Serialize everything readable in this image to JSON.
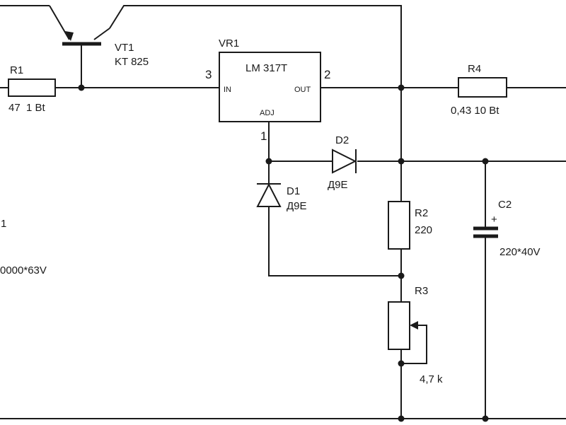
{
  "vt1": {
    "ref": "VT1",
    "value": "KT 825"
  },
  "r1": {
    "ref": "R1",
    "value": "47  1 Bt"
  },
  "vr1": {
    "ref": "VR1",
    "value": "LM 317T",
    "pin_in": "IN",
    "pin_out": "OUT",
    "pin_adj": "ADJ",
    "pin_in_num": "3",
    "pin_out_num": "2",
    "pin_adj_num": "1"
  },
  "r4": {
    "ref": "R4",
    "value": "0,43 10 Bt"
  },
  "d2": {
    "ref": "D2",
    "value": "Д9Е"
  },
  "d1": {
    "ref": "D1",
    "value": "Д9Е"
  },
  "r2": {
    "ref": "R2",
    "value": "220"
  },
  "c2": {
    "ref": "C2",
    "polarity": "+",
    "value": "220*40V"
  },
  "r3": {
    "ref": "R3",
    "value": "4,7 k"
  },
  "c1": {
    "ref_fragment": "1",
    "value_fragment": "0000*63V"
  }
}
